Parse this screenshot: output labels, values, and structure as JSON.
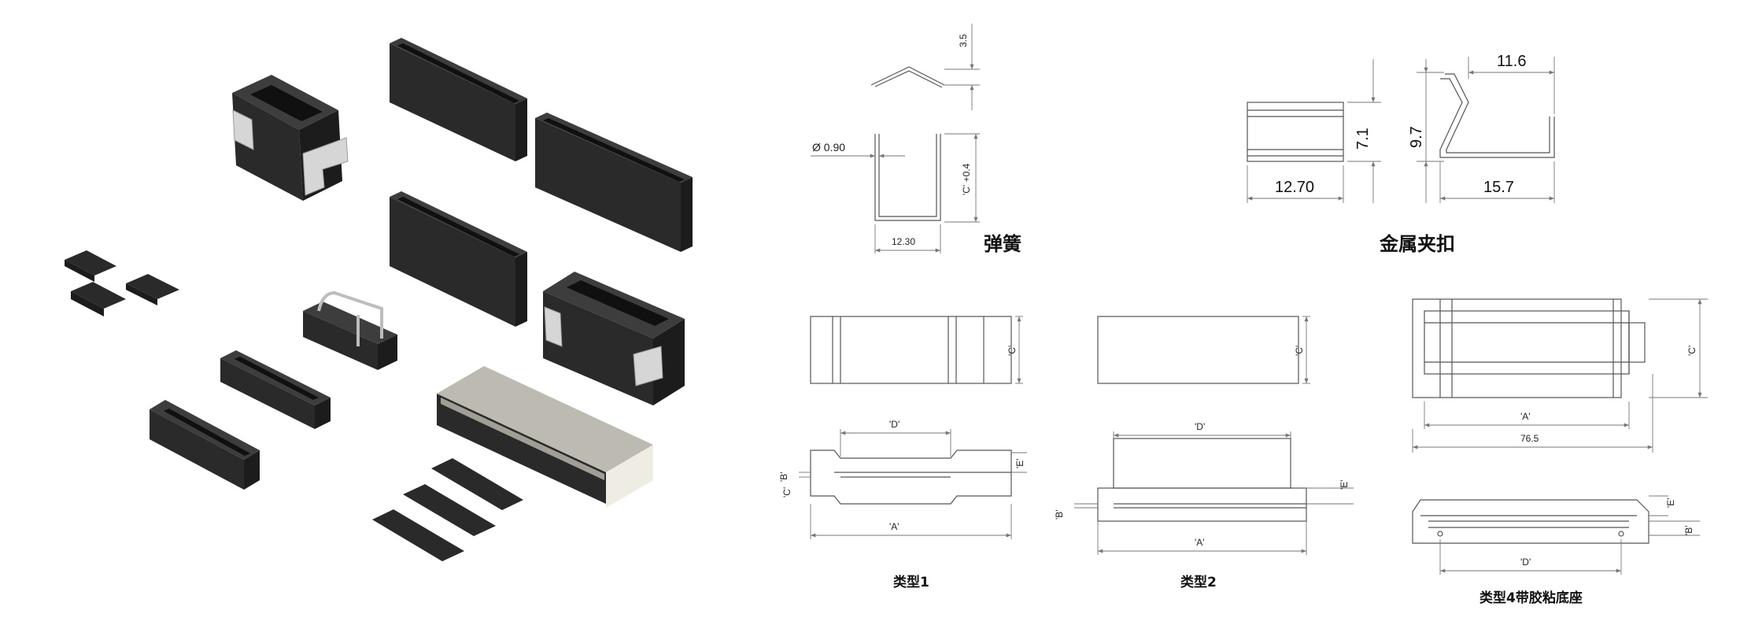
{
  "spring": {
    "caption": "弹簧",
    "dims": {
      "height": "3.5",
      "wire": "Ø 0.90",
      "leg": "'C' +0.4",
      "width": "12.30"
    }
  },
  "clip": {
    "caption": "金属夹扣",
    "dims": {
      "front_width": "12.70",
      "front_height": "7.1",
      "side_height": "9.7",
      "top": "11.6",
      "bottom": "15.7"
    }
  },
  "type1": {
    "caption": "类型1",
    "dims": {
      "c": "'C'",
      "d": "'D'",
      "b": "'B'",
      "e": "'E'",
      "a": "'A'",
      "c2": "'C'"
    }
  },
  "type2": {
    "caption": "类型2",
    "dims": {
      "c": "'C'",
      "d": "'D'",
      "b": "'B'",
      "e": "'E'",
      "a": "'A'"
    }
  },
  "type4": {
    "caption": "类型4带胶粘底座",
    "dims": {
      "c": "'C'",
      "a": "'A'",
      "total": "76.5",
      "e": "'E'",
      "b": "'B'",
      "d": "'D'"
    }
  },
  "colors": {
    "block": "#2a2a2a",
    "metal": "#d6d6d6",
    "line": "#555555"
  }
}
